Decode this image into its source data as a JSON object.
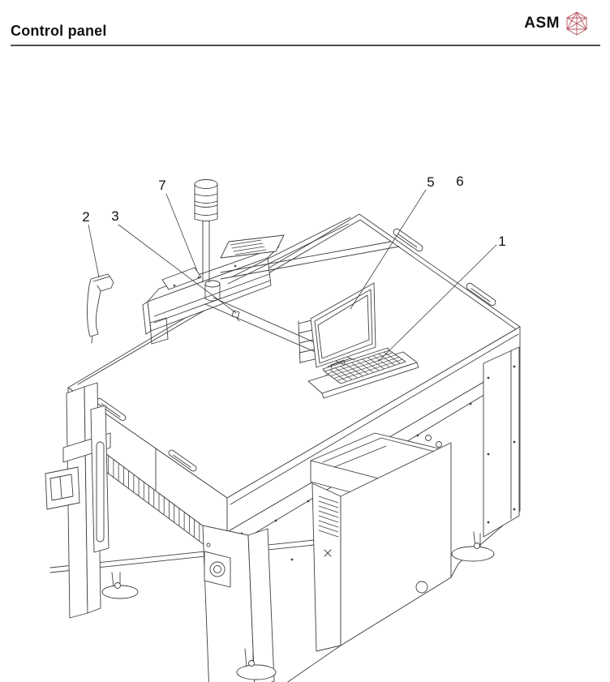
{
  "page": {
    "title": "Control panel"
  },
  "header": {
    "logo_text": "ASM"
  },
  "figure": {
    "type": "isometric-technical-line-drawing",
    "subject": "placement machine with control panel components",
    "callouts": [
      {
        "number": "1"
      },
      {
        "number": "2"
      },
      {
        "number": "3"
      },
      {
        "number": "5"
      },
      {
        "number": "6"
      },
      {
        "number": "7"
      }
    ]
  }
}
